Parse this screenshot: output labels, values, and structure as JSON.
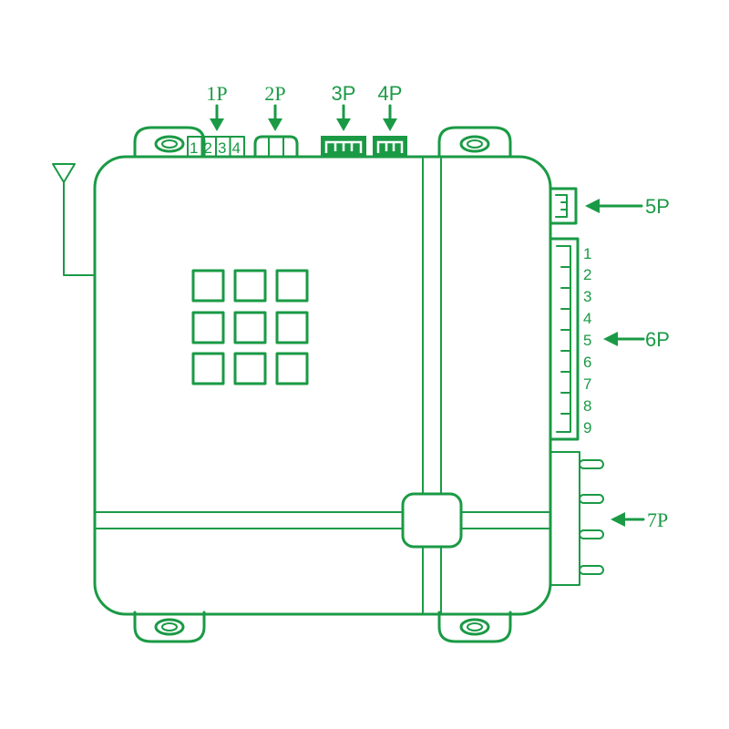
{
  "colors": {
    "primary": "#1a9a45",
    "background": "#ffffff"
  },
  "dip_switch": {
    "numbers": [
      "1",
      "2",
      "3",
      "4"
    ]
  },
  "connectors": {
    "p1": {
      "label": "1P"
    },
    "p2": {
      "label": "2P"
    },
    "p3": {
      "label": "3P"
    },
    "p4": {
      "label": "4P"
    },
    "p5": {
      "label": "5P"
    },
    "p6": {
      "label": "6P",
      "pins": [
        "1",
        "2",
        "3",
        "4",
        "5",
        "6",
        "7",
        "8",
        "9"
      ]
    },
    "p7": {
      "label": "7P"
    }
  },
  "icons": [
    "antenna-icon",
    "arrow-down-icon",
    "arrow-left-icon"
  ]
}
